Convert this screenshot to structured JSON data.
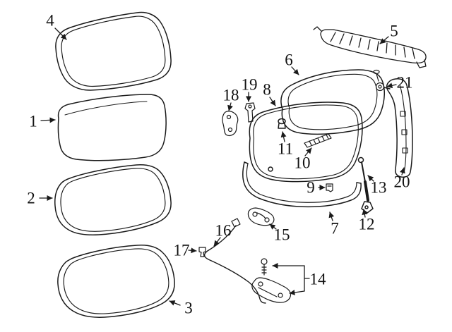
{
  "diagram": {
    "type": "exploded-parts-diagram",
    "colors": {
      "background": "#ffffff",
      "line": "#1a1a1a"
    },
    "callouts": [
      {
        "label": "1"
      },
      {
        "label": "2"
      },
      {
        "label": "3"
      },
      {
        "label": "4"
      },
      {
        "label": "5"
      },
      {
        "label": "6"
      },
      {
        "label": "7"
      },
      {
        "label": "8"
      },
      {
        "label": "9"
      },
      {
        "label": "10"
      },
      {
        "label": "11"
      },
      {
        "label": "12"
      },
      {
        "label": "13"
      },
      {
        "label": "14"
      },
      {
        "label": "15"
      },
      {
        "label": "16"
      },
      {
        "label": "17"
      },
      {
        "label": "18"
      },
      {
        "label": "19"
      },
      {
        "label": "20"
      },
      {
        "label": "21"
      }
    ]
  }
}
